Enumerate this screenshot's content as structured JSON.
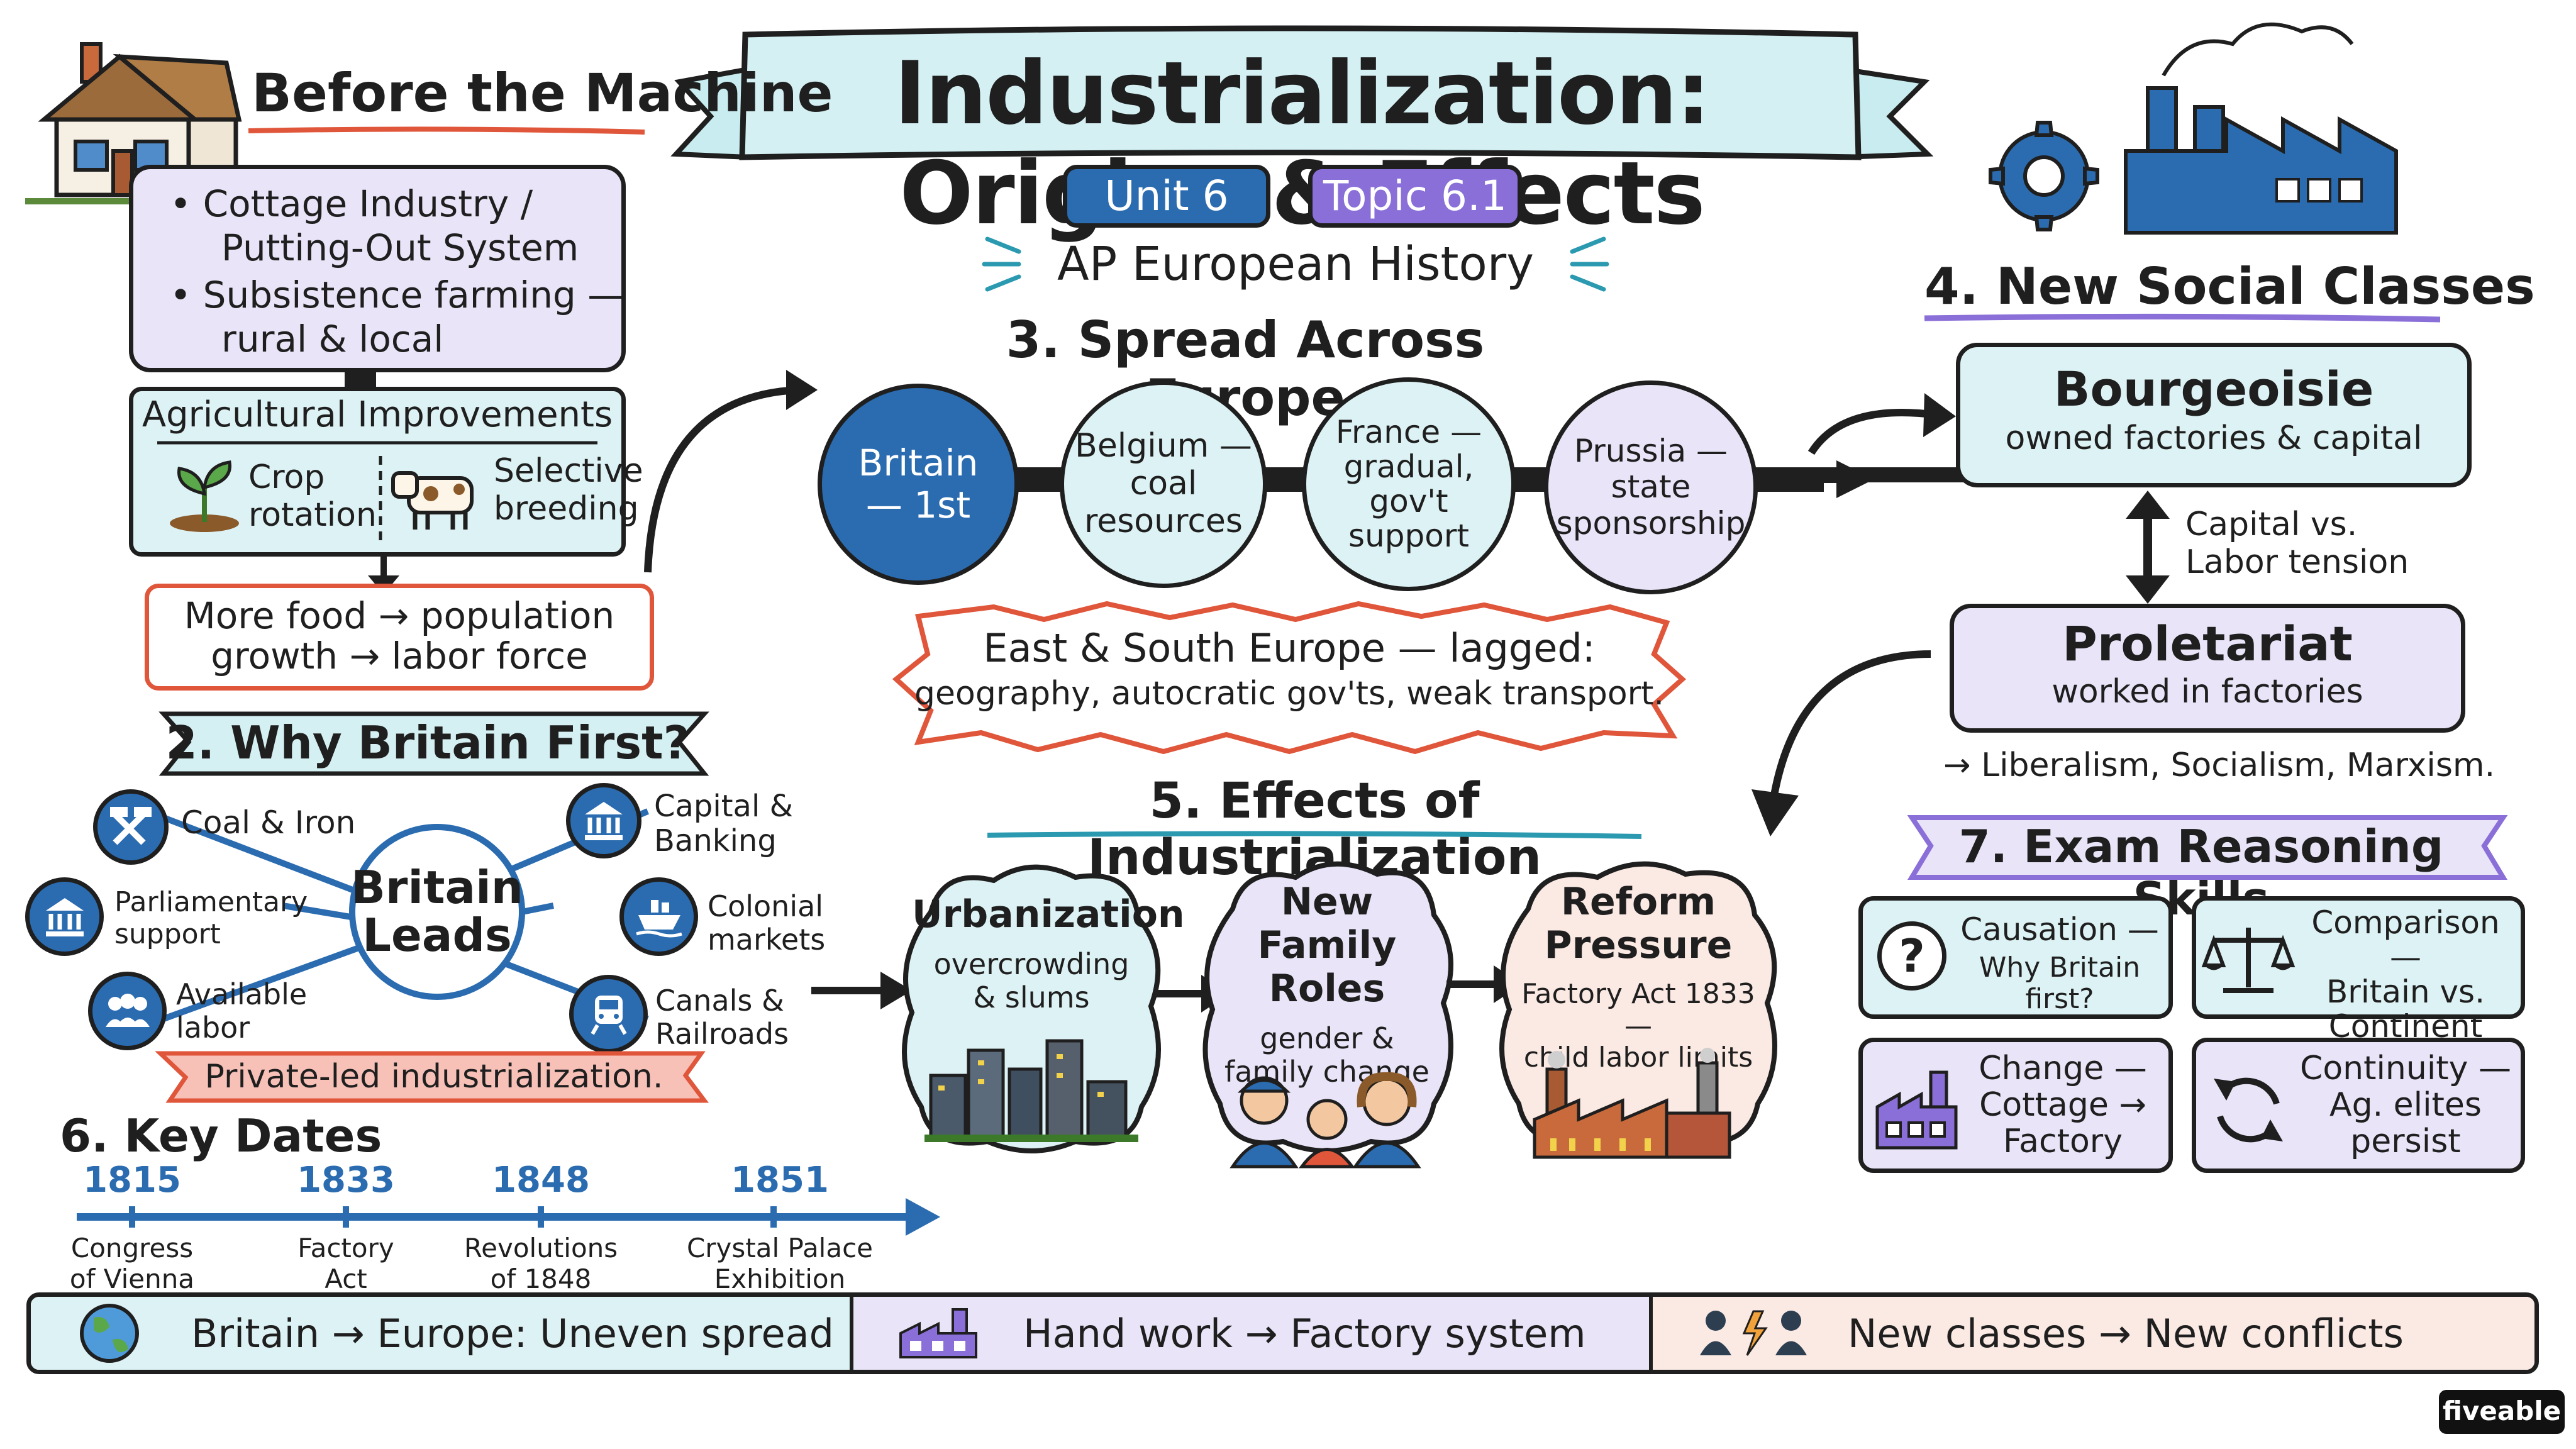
{
  "title": "Industrialization: Origins & Effects",
  "unit_badge": "Unit 6",
  "topic_badge": "Topic 6.1",
  "course": "AP European History",
  "before": {
    "heading": "Before the Machine",
    "bullet1": "Cottage Industry /",
    "bullet1b": "Putting-Out System",
    "bullet2": "Subsistence farming —",
    "bullet2b": "rural & local"
  },
  "agri": {
    "heading": "Agricultural Improvements",
    "item1": "Crop",
    "item1b": "rotation",
    "item2": "Selective",
    "item2b": "breeding"
  },
  "food": {
    "line1": "More food → population",
    "line2": "growth → labor force"
  },
  "why": {
    "heading": "2. Why Britain First?",
    "center1": "Britain",
    "center2": "Leads",
    "items": [
      {
        "l1": "Coal & Iron",
        "l2": ""
      },
      {
        "l1": "Capital &",
        "l2": "Banking"
      },
      {
        "l1": "Parliamentary",
        "l2": "support"
      },
      {
        "l1": "Colonial",
        "l2": "markets"
      },
      {
        "l1": "Available",
        "l2": "labor"
      },
      {
        "l1": "Canals &",
        "l2": "Railroads"
      }
    ],
    "banner": "Private-led industrialization."
  },
  "spread": {
    "heading": "3. Spread Across Europe",
    "nodes": [
      {
        "l1": "Britain",
        "l2": "— 1st",
        "l3": "",
        "l4": ""
      },
      {
        "l1": "Belgium —",
        "l2": "coal",
        "l3": "resources",
        "l4": ""
      },
      {
        "l1": "France —",
        "l2": "gradual,",
        "l3": "gov't",
        "l4": "support"
      },
      {
        "l1": "Prussia —",
        "l2": "state",
        "l3": "sponsorship",
        "l4": ""
      }
    ],
    "lag1": "East & South Europe — lagged:",
    "lag2": "geography, autocratic gov'ts, weak transport."
  },
  "classes": {
    "heading": "4. New Social Classes",
    "bourg": "Bourgeoisie",
    "bourg_sub": "owned factories & capital",
    "tension1": "Capital vs.",
    "tension2": "Labor tension",
    "prol": "Proletariat",
    "prol_sub": "worked in factories",
    "ideas": "→ Liberalism, Socialism, Marxism."
  },
  "effects": {
    "heading": "5. Effects of Industrialization",
    "c1": {
      "t1": "Urbanization",
      "t2": "",
      "s1": "overcrowding",
      "s2": "& slums"
    },
    "c2": {
      "t1": "New Family",
      "t2": "Roles",
      "s1": "gender &",
      "s2": "family change"
    },
    "c3": {
      "t1": "Reform",
      "t2": "Pressure",
      "s1": "Factory Act 1833 —",
      "s2": "child labor limits"
    }
  },
  "dates": {
    "heading": "6. Key Dates",
    "items": [
      {
        "year": "1815",
        "l1": "Congress",
        "l2": "of Vienna"
      },
      {
        "year": "1833",
        "l1": "Factory",
        "l2": "Act"
      },
      {
        "year": "1848",
        "l1": "Revolutions",
        "l2": "of 1848"
      },
      {
        "year": "1851",
        "l1": "Crystal Palace",
        "l2": "Exhibition"
      }
    ]
  },
  "skills": {
    "heading": "7. Exam Reasoning Skills",
    "items": [
      {
        "l1": "Causation —",
        "l2": "Why Britain first?",
        "l3": ""
      },
      {
        "l1": "Comparison —",
        "l2": "Britain vs.",
        "l3": "Continent"
      },
      {
        "l1": "Change —",
        "l2": "Cottage →",
        "l3": "Factory"
      },
      {
        "l1": "Continuity —",
        "l2": "Ag. elites",
        "l3": "persist"
      }
    ]
  },
  "footer": [
    "Britain → Europe: Uneven spread",
    "Hand work → Factory system",
    "New classes → New conflicts"
  ],
  "brand": "fiveable",
  "colors": {
    "ink": "#1f1f1f",
    "blue": "#2b6cb0",
    "purple": "#8a6fd8",
    "red": "#e0563b",
    "lavender": "#e9e4f8",
    "teal": "#ddf2f4",
    "peach": "#fbe9e3"
  }
}
